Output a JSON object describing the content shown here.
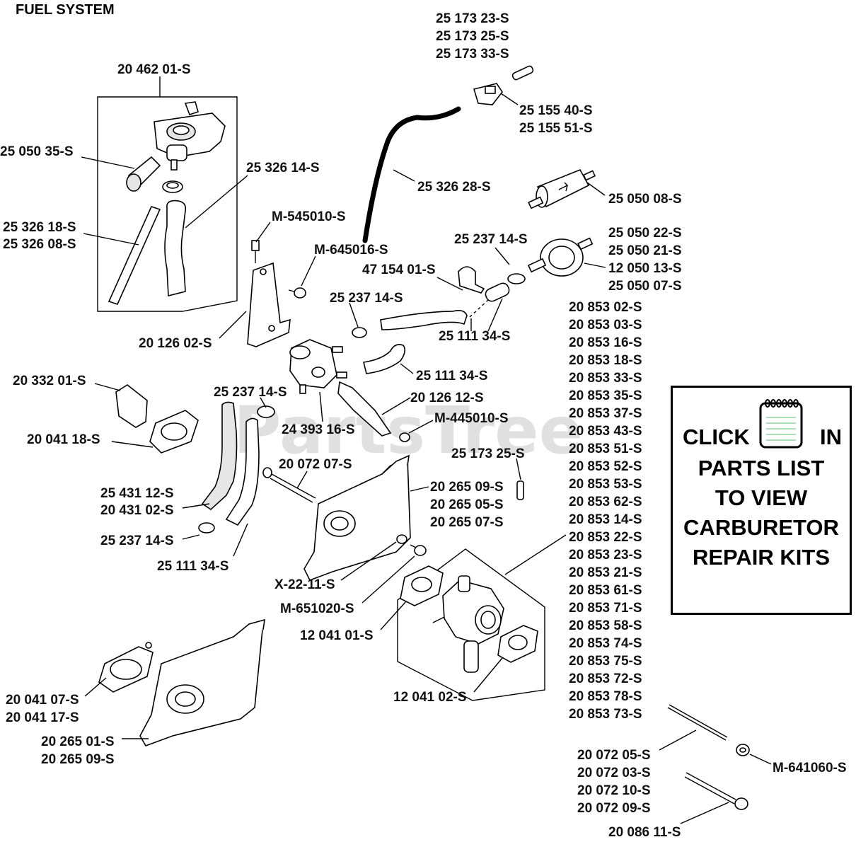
{
  "title": "FUEL SYSTEM",
  "watermark": "PartsTree",
  "labels": [
    {
      "id": "l1",
      "lines": [
        "25 173 23-S",
        "25 173 25-S",
        "25 173 33-S"
      ]
    },
    {
      "id": "l2",
      "lines": [
        "20 462 01-S"
      ]
    },
    {
      "id": "l3",
      "lines": [
        "25 155 40-S",
        "25 155 51-S"
      ]
    },
    {
      "id": "l4",
      "lines": [
        "25 050 35-S"
      ]
    },
    {
      "id": "l5",
      "lines": [
        "25 326 14-S"
      ]
    },
    {
      "id": "l6",
      "lines": [
        "25 326 28-S"
      ]
    },
    {
      "id": "l7",
      "lines": [
        "25 050 08-S"
      ]
    },
    {
      "id": "l8",
      "lines": [
        "M-545010-S"
      ]
    },
    {
      "id": "l9",
      "lines": [
        "25 326 18-S",
        "25 326 08-S"
      ]
    },
    {
      "id": "l10",
      "lines": [
        "25 050 22-S",
        "25 050 21-S",
        "12 050 13-S",
        "25 050 07-S"
      ]
    },
    {
      "id": "l11",
      "lines": [
        "25 237 14-S"
      ]
    },
    {
      "id": "l12",
      "lines": [
        "M-645016-S"
      ]
    },
    {
      "id": "l13",
      "lines": [
        "47 154 01-S"
      ]
    },
    {
      "id": "l14",
      "lines": [
        "25 237 14-S"
      ]
    },
    {
      "id": "l15",
      "lines": [
        "20 853 02-S",
        "20 853 03-S",
        "20 853 16-S",
        "20 853 18-S",
        "20 853 33-S",
        "20 853 35-S",
        "20 853 37-S",
        "20 853 43-S",
        "20 853 51-S",
        "20 853 52-S",
        "20 853 53-S",
        "20 853 62-S",
        "20 853 14-S",
        "20 853 22-S",
        "20 853 23-S",
        "20 853 21-S",
        "20 853 61-S",
        "20 853 71-S",
        "20 853 58-S",
        "20 853 74-S",
        "20 853 75-S",
        "20 853 72-S",
        "20 853 78-S",
        "20 853 73-S"
      ]
    },
    {
      "id": "l16",
      "lines": [
        "25 111 34-S"
      ]
    },
    {
      "id": "l17",
      "lines": [
        "20 126 02-S"
      ]
    },
    {
      "id": "l18",
      "lines": [
        "25 111 34-S"
      ]
    },
    {
      "id": "l19",
      "lines": [
        "20 332 01-S"
      ]
    },
    {
      "id": "l20",
      "lines": [
        "25 237 14-S"
      ]
    },
    {
      "id": "l21",
      "lines": [
        "20 126 12-S"
      ]
    },
    {
      "id": "l22",
      "lines": [
        "M-445010-S"
      ]
    },
    {
      "id": "l23",
      "lines": [
        "24 393 16-S"
      ]
    },
    {
      "id": "l24",
      "lines": [
        "20 041 18-S"
      ]
    },
    {
      "id": "l25",
      "lines": [
        "25 173 25-S"
      ]
    },
    {
      "id": "l26",
      "lines": [
        "20 072 07-S"
      ]
    },
    {
      "id": "l27",
      "lines": [
        "20 265 09-S",
        "20 265 05-S",
        "20 265 07-S"
      ]
    },
    {
      "id": "l28",
      "lines": [
        "25 431 12-S",
        "20 431 02-S"
      ]
    },
    {
      "id": "l29",
      "lines": [
        "25 237 14-S"
      ]
    },
    {
      "id": "l30",
      "lines": [
        "25 111 34-S"
      ]
    },
    {
      "id": "l31",
      "lines": [
        "X-22-11-S"
      ]
    },
    {
      "id": "l32",
      "lines": [
        "M-651020-S"
      ]
    },
    {
      "id": "l33",
      "lines": [
        "12 041 01-S"
      ]
    },
    {
      "id": "l34",
      "lines": [
        "12 041 02-S"
      ]
    },
    {
      "id": "l35",
      "lines": [
        "20 041 07-S",
        "20 041 17-S"
      ]
    },
    {
      "id": "l36",
      "lines": [
        "20 265 01-S",
        "20 265 09-S"
      ]
    },
    {
      "id": "l37",
      "lines": [
        "20 072 05-S",
        "20 072 03-S",
        "20 072 10-S",
        "20 072 09-S"
      ]
    },
    {
      "id": "l38",
      "lines": [
        "M-641060-S"
      ]
    },
    {
      "id": "l39",
      "lines": [
        "20 086 11-S"
      ]
    }
  ],
  "click_panel": {
    "click": "CLICK",
    "in": "IN",
    "line2": "PARTS LIST",
    "line3": "TO VIEW",
    "line4": "CARBURETOR",
    "line5": "REPAIR KITS",
    "icon": "notepad-icon"
  }
}
